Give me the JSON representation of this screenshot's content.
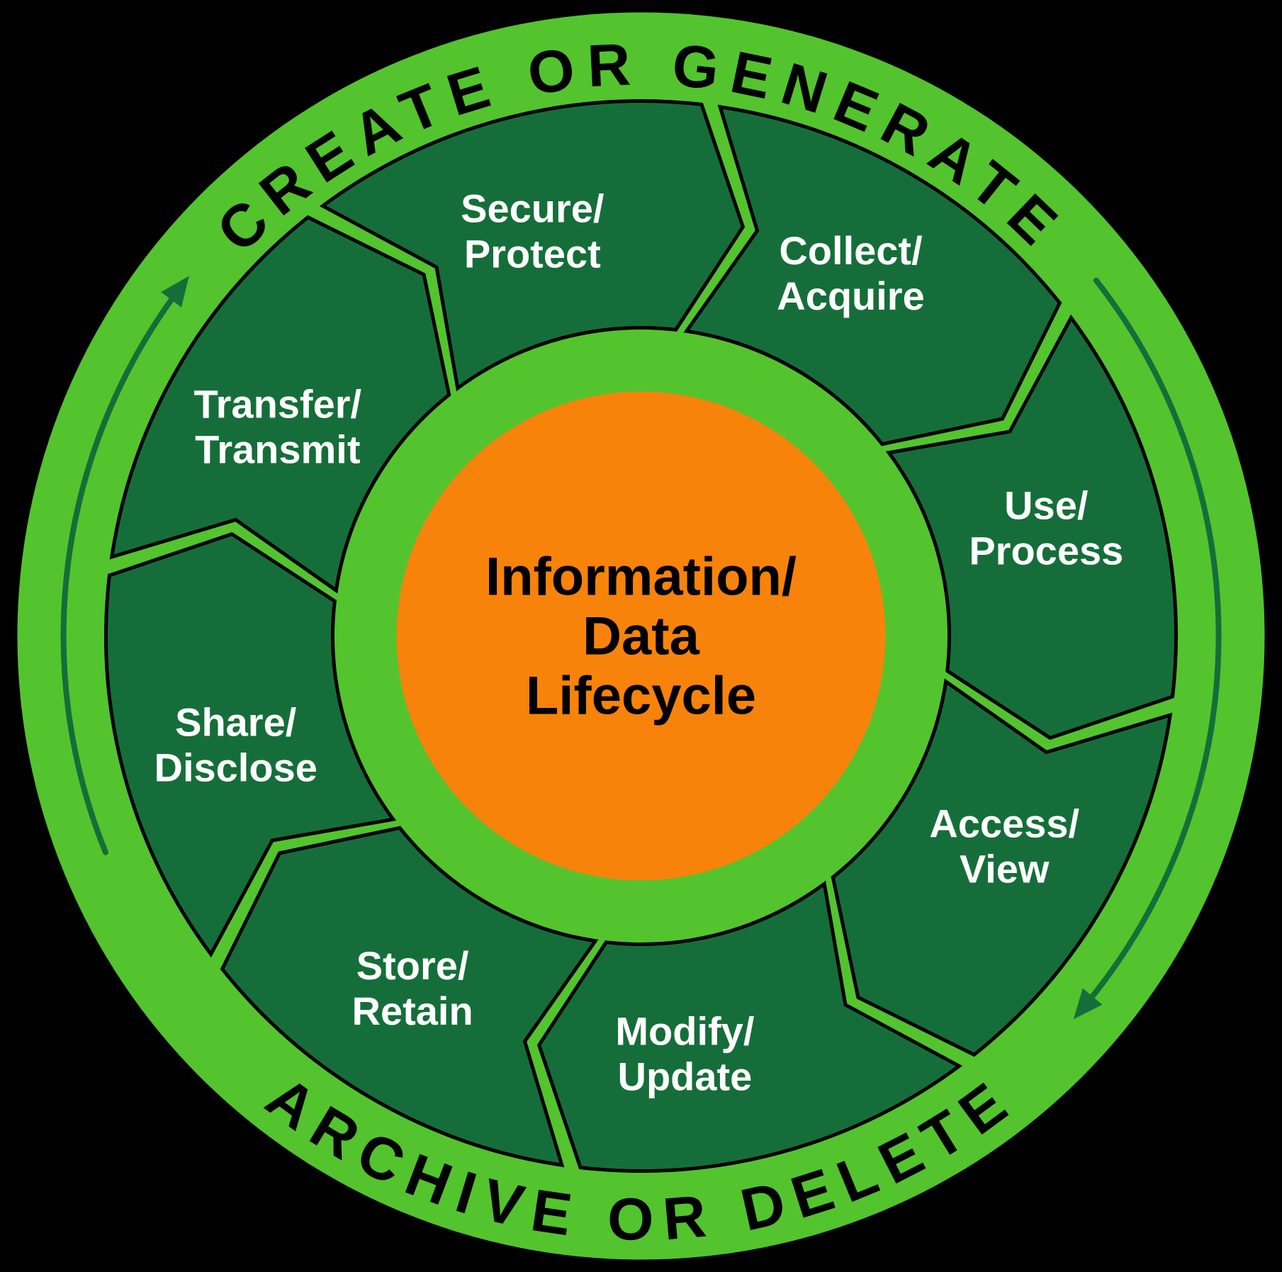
{
  "diagram": {
    "ring": {
      "top_label": "CREATE OR GENERATE",
      "bottom_label": "ARCHIVE OR DELETE"
    },
    "center": {
      "line1": "Information/",
      "line2": "Data",
      "line3": "Lifecycle"
    },
    "segments": [
      {
        "line1": "Secure/",
        "line2": "Protect",
        "angle": 345
      },
      {
        "line1": "Collect/",
        "line2": "Acquire",
        "angle": 30
      },
      {
        "line1": "Use/",
        "line2": "Process",
        "angle": 75
      },
      {
        "line1": "Access/",
        "line2": "View",
        "angle": 120
      },
      {
        "line1": "Modify/",
        "line2": "Update",
        "angle": 165,
        "labelAngle": 174
      },
      {
        "line1": "Store/",
        "line2": "Retain",
        "angle": 210,
        "labelAngle": 213
      },
      {
        "line1": "Share/",
        "line2": "Disclose",
        "angle": 255
      },
      {
        "line1": "Transfer/",
        "line2": "Transmit",
        "angle": 300
      }
    ],
    "colors": {
      "background": "#000000",
      "bright_green": "#53c42d",
      "dark_green": "#156e39",
      "orange": "#f8830b",
      "segment_text": "#ffffff",
      "ring_text": "#000000"
    }
  }
}
